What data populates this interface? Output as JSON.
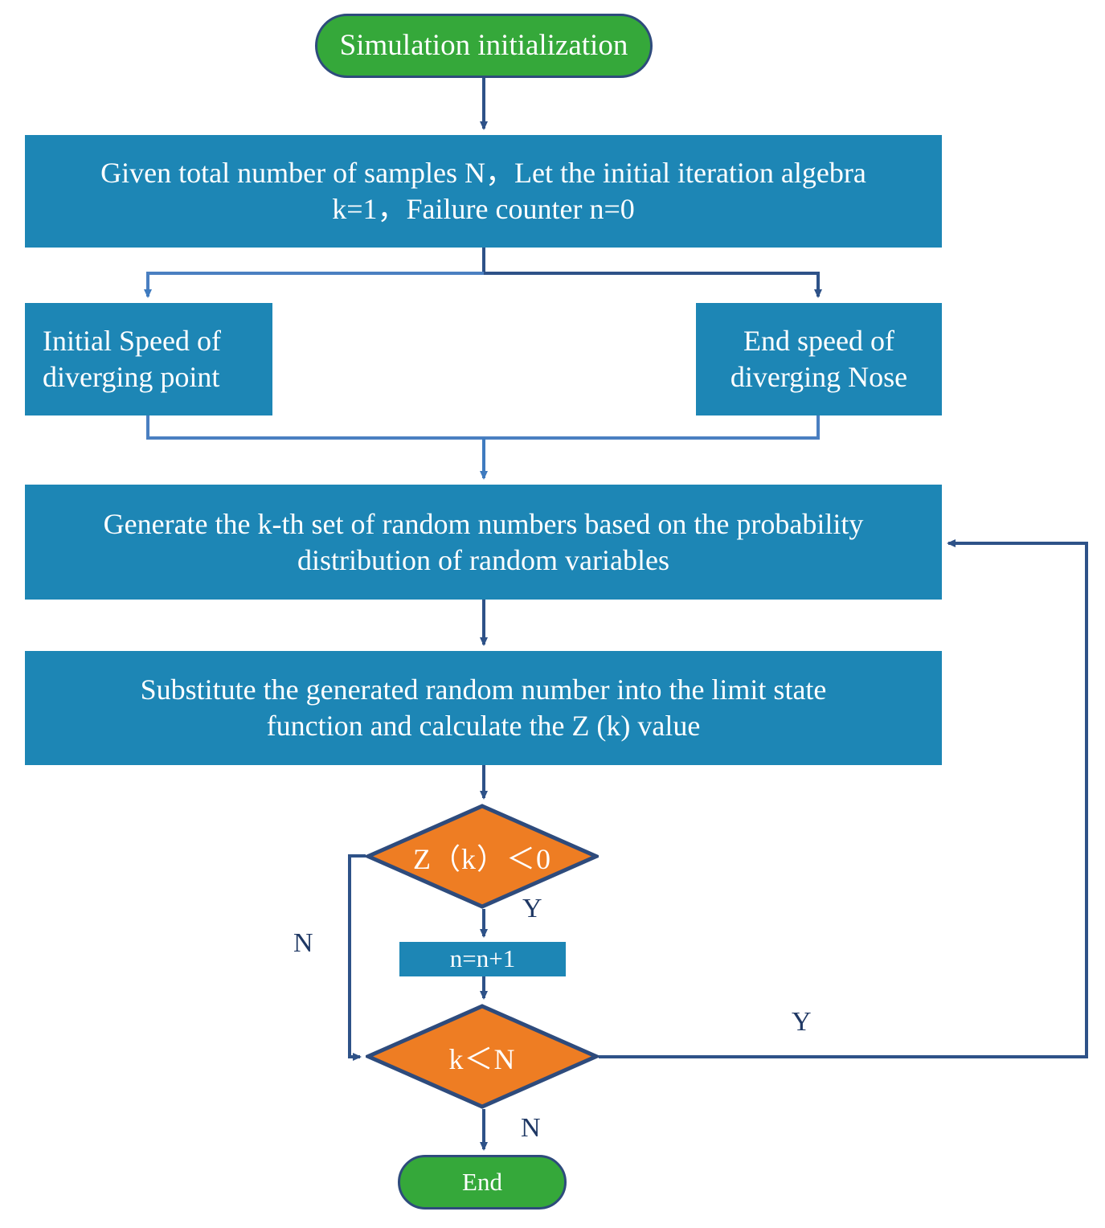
{
  "diagram": {
    "type": "flowchart",
    "title": "Monte Carlo simulation flowchart",
    "colors": {
      "terminator_fill": "#35a83a",
      "terminator_border": "#2e4b7c",
      "process_fill": "#1d86b5",
      "decision_fill": "#ee7d23",
      "decision_border": "#2e4b7c",
      "connector": "#2e5288",
      "connector_light": "#4a7fc1",
      "label_text": "#1f3864",
      "node_text": "#ffffff"
    }
  },
  "nodes": {
    "start": {
      "label": "Simulation initialization",
      "shape": "terminator"
    },
    "given": {
      "label": "Given total number of samples N，Let the initial iteration algebra k=1，Failure counter n=0",
      "line1": "Given total number of samples N，Let the initial iteration algebra",
      "line2": "k=1，Failure counter n=0",
      "shape": "process"
    },
    "initial_speed": {
      "line1": "Initial Speed of",
      "line2": "diverging point",
      "shape": "process"
    },
    "end_speed": {
      "line1": "End speed of",
      "line2": "diverging Nose",
      "shape": "process"
    },
    "generate": {
      "line1": "Generate the k-th set of random numbers based on the probability",
      "line2": "distribution of random variables",
      "shape": "process"
    },
    "substitute": {
      "line1": "Substitute the generated random number into the limit state",
      "line2": "function and calculate the Z (k) value",
      "shape": "process"
    },
    "decision_z": {
      "label": "Z（k）＜0",
      "shape": "decision"
    },
    "increment": {
      "label": "n=n+1",
      "shape": "process"
    },
    "decision_k": {
      "label": "k＜N",
      "shape": "decision"
    },
    "end": {
      "label": "End",
      "shape": "terminator"
    }
  },
  "edge_labels": {
    "z_yes": "Y",
    "z_no": "N",
    "k_yes": "Y",
    "k_no": "N"
  }
}
